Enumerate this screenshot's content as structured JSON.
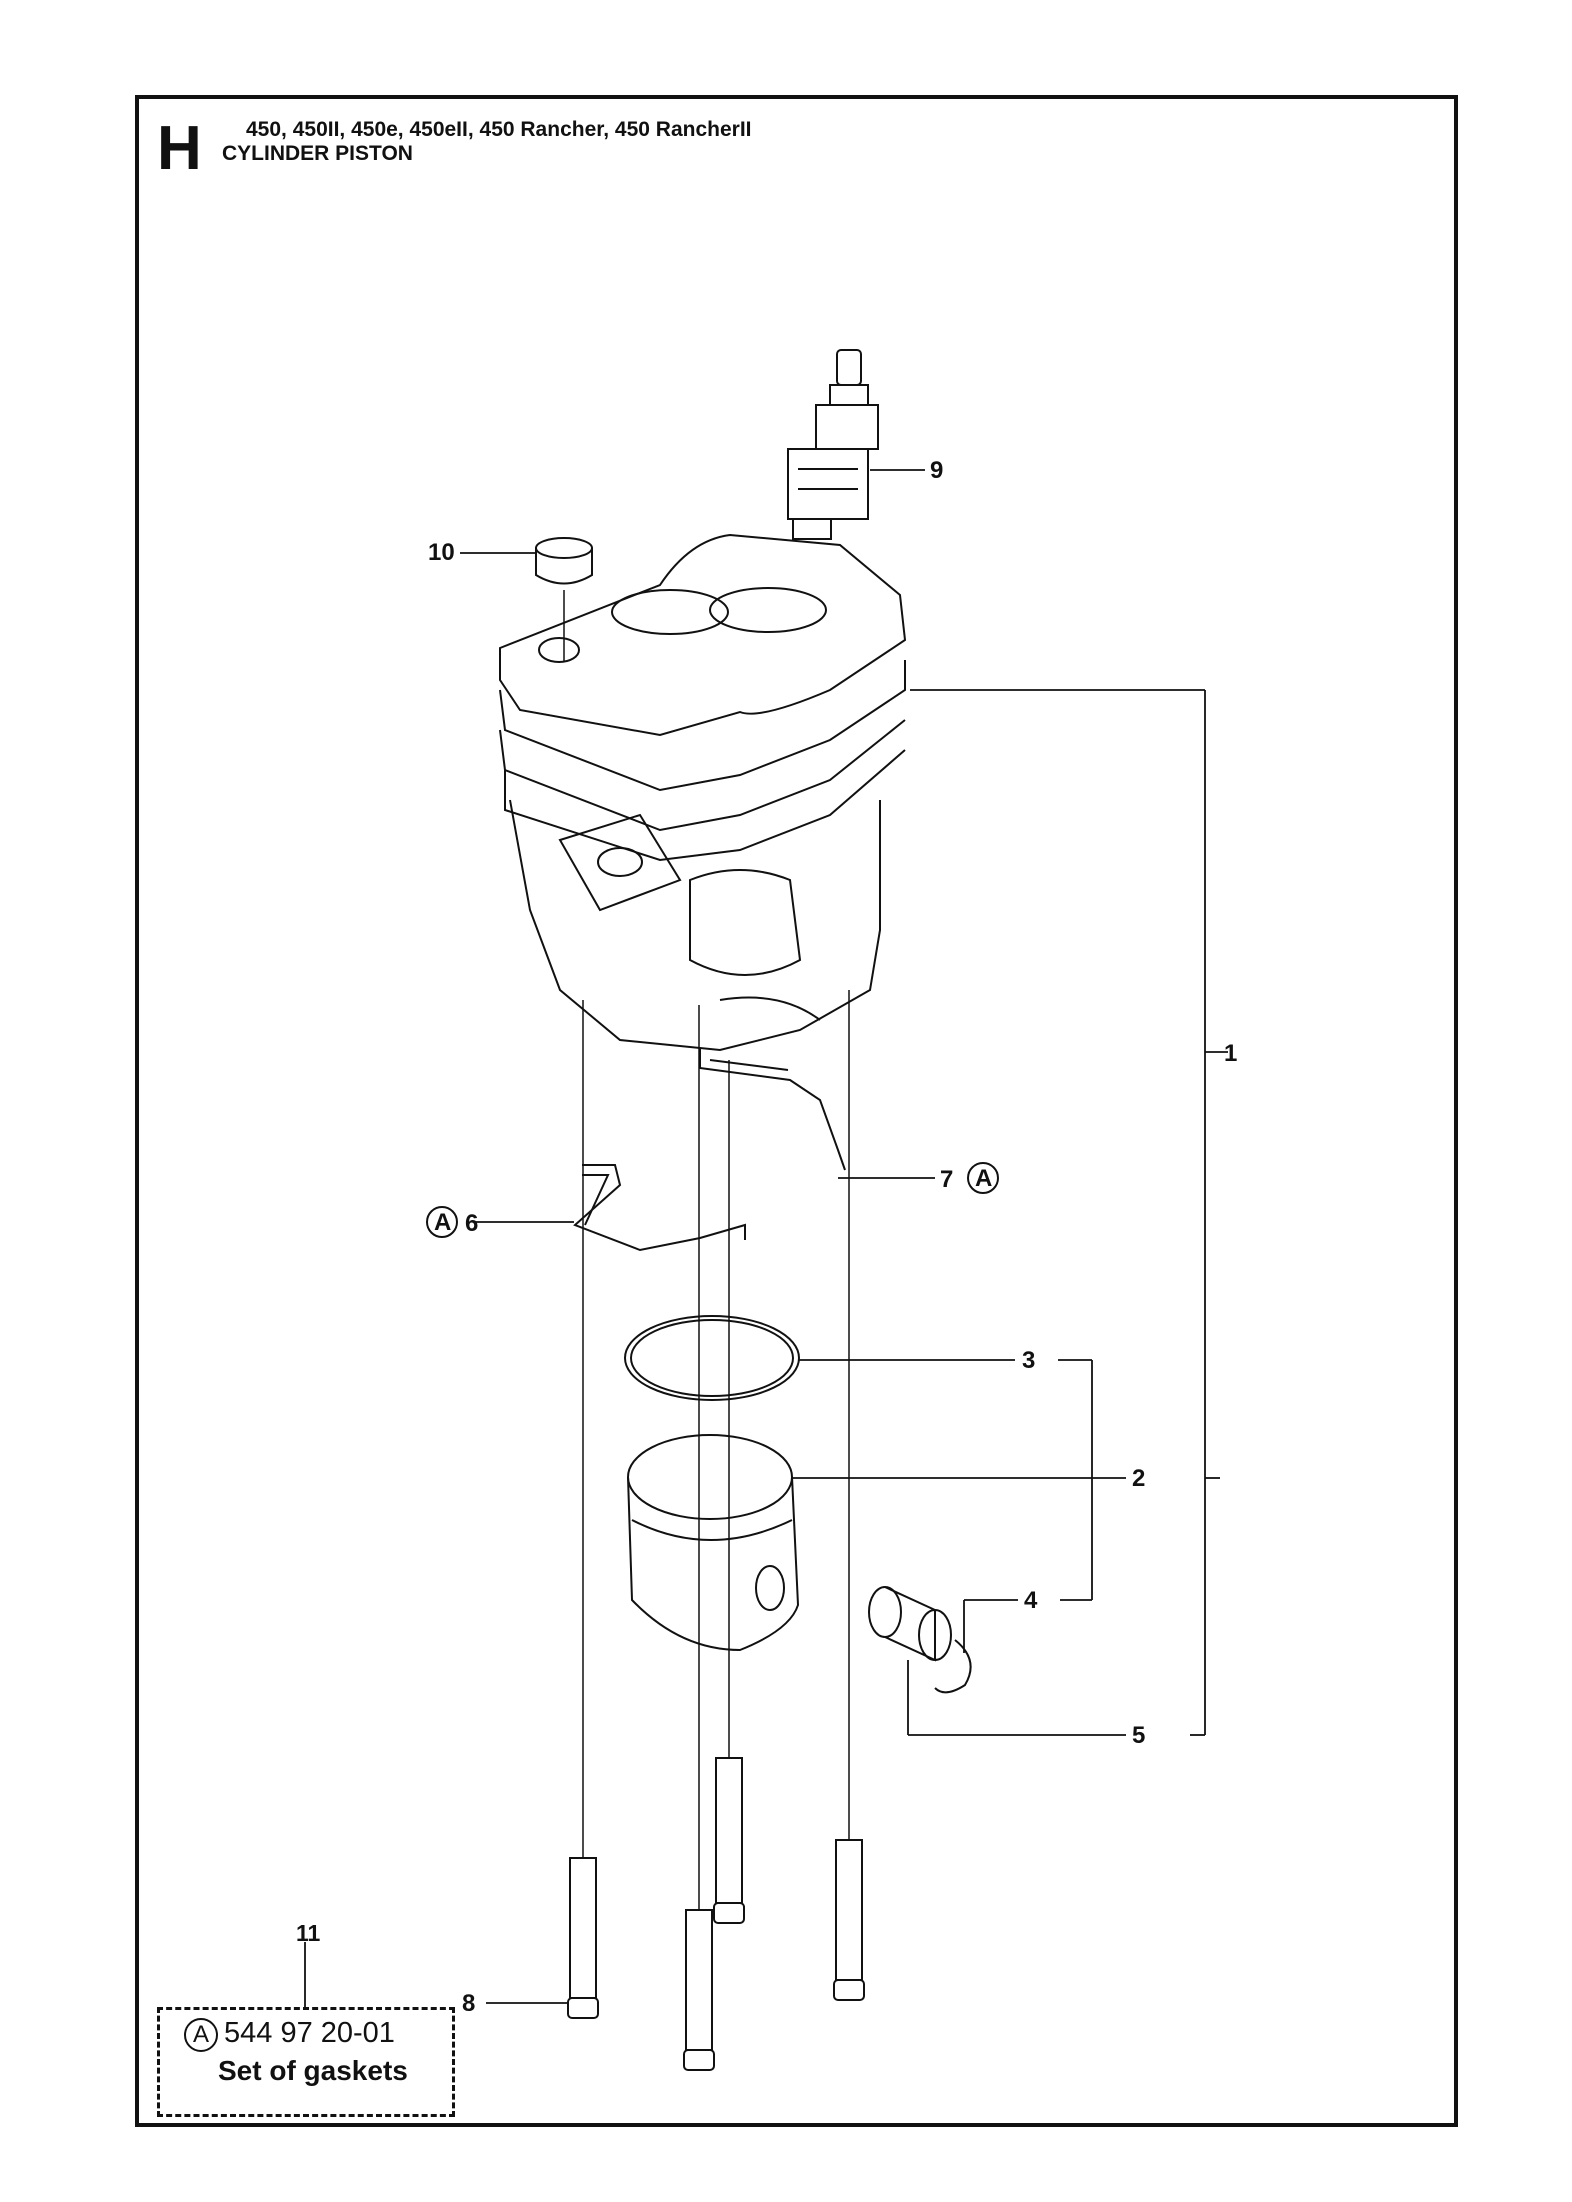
{
  "header": {
    "section_letter": "H",
    "models": "450, 450II, 450e, 450eII, 450 Rancher, 450 RancherII",
    "title": "CYLINDER PISTON"
  },
  "callouts": {
    "c1": "1",
    "c2": "2",
    "c3": "3",
    "c4": "4",
    "c5": "5",
    "c6": "6",
    "c7": "7",
    "c8": "8",
    "c9": "9",
    "c10": "10",
    "ref_a": "A"
  },
  "kit": {
    "number": "11",
    "ref": "A",
    "part_number": "544 97 20-01",
    "description": "Set of gaskets"
  },
  "colors": {
    "line": "#111111",
    "background": "#ffffff"
  }
}
